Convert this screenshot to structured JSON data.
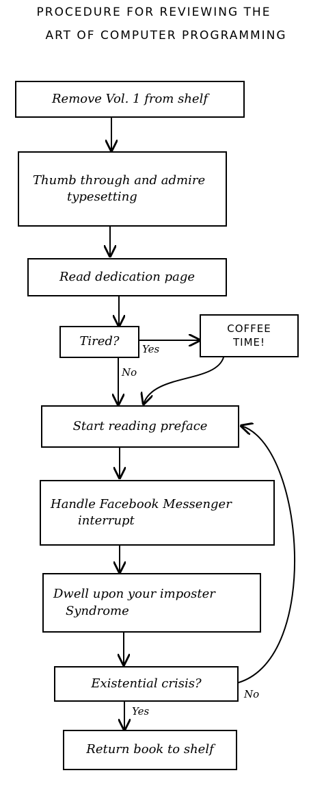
{
  "title": {
    "line1": "PROCEDURE FOR REVIEWING THE",
    "line2": "ART OF COMPUTER PROGRAMMING"
  },
  "steps": {
    "remove": "Remove Vol. 1 from shelf",
    "thumb_line1": "Thumb through and admire",
    "thumb_line2": "typesetting",
    "dedication": "Read dedication page",
    "tired": "Tired?",
    "coffee_line1": "COFFEE",
    "coffee_line2": "TIME!",
    "preface": "Start reading preface",
    "facebook_line1": "Handle Facebook Messenger",
    "facebook_line2": "interrupt",
    "imposter_line1": "Dwell upon your imposter",
    "imposter_line2": "Syndrome",
    "crisis": "Existential crisis?",
    "return": "Return book to shelf"
  },
  "labels": {
    "tired_yes": "Yes",
    "tired_no": "No",
    "crisis_no": "No",
    "crisis_yes": "Yes"
  }
}
